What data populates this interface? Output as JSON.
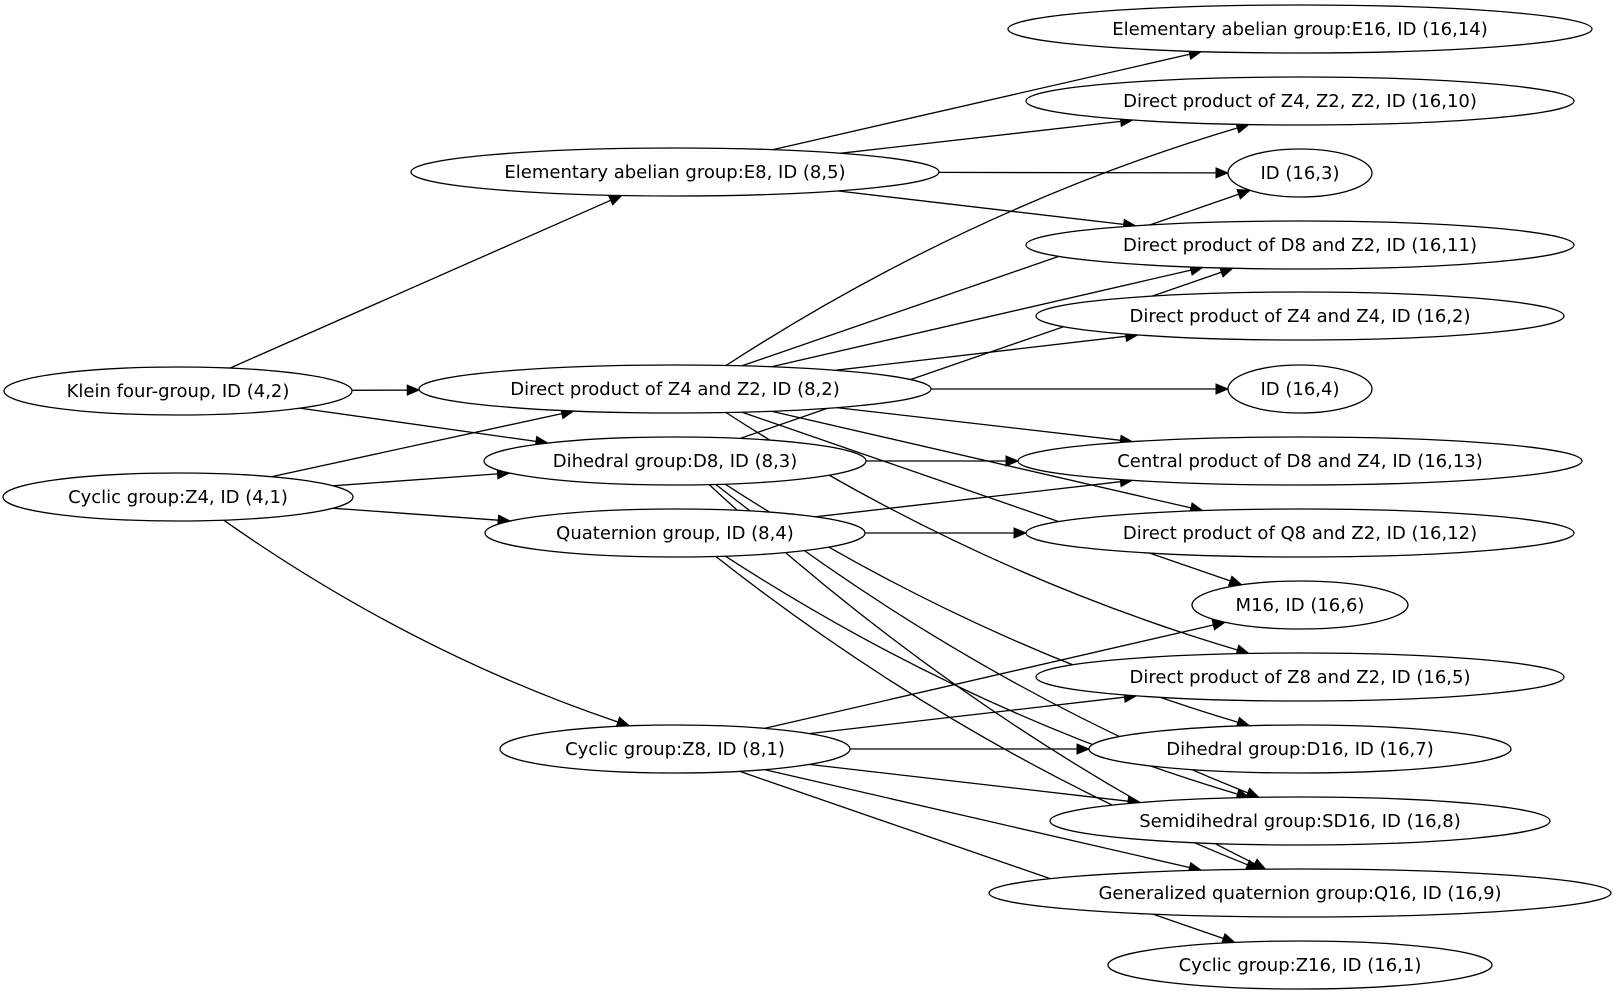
{
  "colors": {
    "background": "#ffffff",
    "stroke": "#000000",
    "text": "#000000"
  },
  "diagram": {
    "type": "directed-graph",
    "nodes": [
      {
        "id": "klein",
        "label": "Klein four-group, ID (4,2)"
      },
      {
        "id": "z4",
        "label": "Cyclic group:Z4, ID (4,1)"
      },
      {
        "id": "e8",
        "label": "Elementary abelian group:E8, ID (8,5)"
      },
      {
        "id": "z4z2",
        "label": "Direct product of Z4 and Z2, ID (8,2)"
      },
      {
        "id": "d8",
        "label": "Dihedral group:D8, ID (8,3)"
      },
      {
        "id": "q8",
        "label": "Quaternion group, ID (8,4)"
      },
      {
        "id": "z8",
        "label": "Cyclic group:Z8, ID (8,1)"
      },
      {
        "id": "e16",
        "label": "Elementary abelian group:E16, ID (16,14)"
      },
      {
        "id": "g1610",
        "label": "Direct product of Z4, Z2, Z2, ID (16,10)"
      },
      {
        "id": "g163",
        "label": "ID (16,3)"
      },
      {
        "id": "g1611",
        "label": "Direct product of D8 and Z2, ID (16,11)"
      },
      {
        "id": "g162",
        "label": "Direct product of Z4 and Z4, ID (16,2)"
      },
      {
        "id": "g164",
        "label": "ID (16,4)"
      },
      {
        "id": "g1613",
        "label": "Central product of D8 and Z4, ID (16,13)"
      },
      {
        "id": "g1612",
        "label": "Direct product of Q8 and Z2, ID (16,12)"
      },
      {
        "id": "g166",
        "label": "M16, ID (16,6)"
      },
      {
        "id": "g165",
        "label": "Direct product of Z8 and Z2, ID (16,5)"
      },
      {
        "id": "g167",
        "label": "Dihedral group:D16, ID (16,7)"
      },
      {
        "id": "g168",
        "label": "Semidihedral group:SD16, ID (16,8)"
      },
      {
        "id": "g169",
        "label": "Generalized quaternion group:Q16, ID (16,9)"
      },
      {
        "id": "g161",
        "label": "Cyclic group:Z16, ID (16,1)"
      }
    ],
    "edges": [
      {
        "from": "klein",
        "to": "e8"
      },
      {
        "from": "klein",
        "to": "z4z2"
      },
      {
        "from": "klein",
        "to": "d8"
      },
      {
        "from": "z4",
        "to": "z4z2"
      },
      {
        "from": "z4",
        "to": "d8"
      },
      {
        "from": "z4",
        "to": "q8"
      },
      {
        "from": "z4",
        "to": "z8"
      },
      {
        "from": "e8",
        "to": "e16"
      },
      {
        "from": "e8",
        "to": "g1610"
      },
      {
        "from": "e8",
        "to": "g163"
      },
      {
        "from": "e8",
        "to": "g1611"
      },
      {
        "from": "z4z2",
        "to": "g1610"
      },
      {
        "from": "z4z2",
        "to": "g163"
      },
      {
        "from": "z4z2",
        "to": "g1611"
      },
      {
        "from": "z4z2",
        "to": "g162"
      },
      {
        "from": "z4z2",
        "to": "g164"
      },
      {
        "from": "z4z2",
        "to": "g1613"
      },
      {
        "from": "z4z2",
        "to": "g1612"
      },
      {
        "from": "z4z2",
        "to": "g166"
      },
      {
        "from": "z4z2",
        "to": "g165"
      },
      {
        "from": "d8",
        "to": "g1611"
      },
      {
        "from": "d8",
        "to": "g1613"
      },
      {
        "from": "d8",
        "to": "g167"
      },
      {
        "from": "d8",
        "to": "g168"
      },
      {
        "from": "d8",
        "to": "g169"
      },
      {
        "from": "q8",
        "to": "g1613"
      },
      {
        "from": "q8",
        "to": "g1612"
      },
      {
        "from": "q8",
        "to": "g168"
      },
      {
        "from": "q8",
        "to": "g169"
      },
      {
        "from": "z8",
        "to": "g166"
      },
      {
        "from": "z8",
        "to": "g165"
      },
      {
        "from": "z8",
        "to": "g167"
      },
      {
        "from": "z8",
        "to": "g168"
      },
      {
        "from": "z8",
        "to": "g169"
      },
      {
        "from": "z8",
        "to": "g161"
      }
    ]
  }
}
